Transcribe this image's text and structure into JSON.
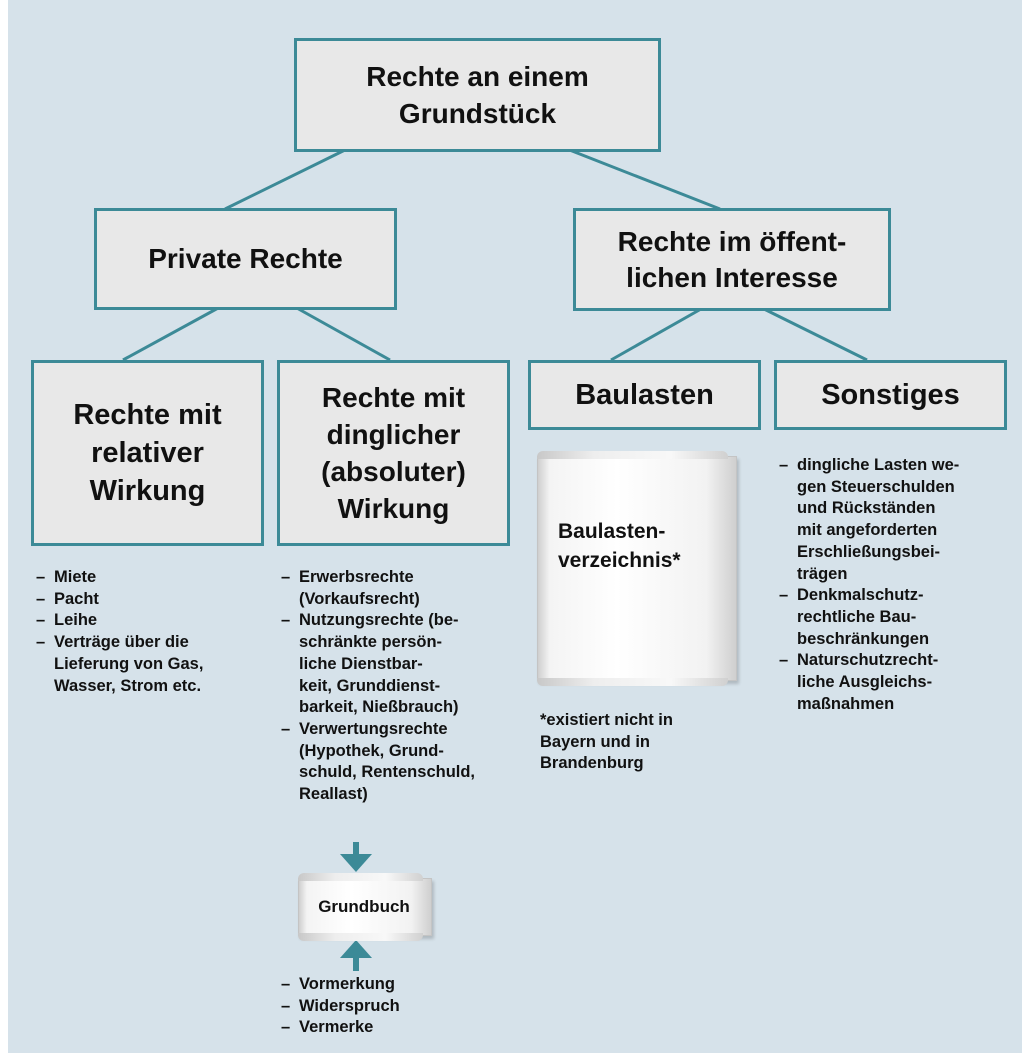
{
  "diagram": {
    "title": "Rechte an einem\nGrundstück",
    "branches": {
      "private": {
        "label": "Private Rechte",
        "relative": {
          "label": "Rechte mit\nrelativer\nWirkung",
          "items": [
            "Miete",
            "Pacht",
            "Leihe",
            "Verträge über die\nLieferung von Gas,\nWasser, Strom etc."
          ]
        },
        "dinglich": {
          "label": "Rechte mit\ndinglicher\n(absoluter)\nWirkung",
          "items": [
            "Erwerbsrechte\n(Vorkaufsrecht)",
            "Nutzungsrechte (be-\nschränkte persön-\nliche Dienstbar-\nkeit, Grunddienst-\nbarkeit, Nießbrauch)",
            "Verwertungsrechte\n(Hypothek, Grund-\nschuld, Rentenschuld,\nReallast)"
          ],
          "register_label": "Grundbuch",
          "register_items": [
            "Vormerkung",
            "Widerspruch",
            "Vermerke"
          ]
        }
      },
      "public": {
        "label": "Rechte im öffent-\nlichen Interesse",
        "baulasten": {
          "label": "Baulasten",
          "register_label": "Baulasten-\nverzeichnis*",
          "footnote": "*existiert nicht in\nBayern und in\nBrandenburg"
        },
        "sonstiges": {
          "label": "Sonstiges",
          "items": [
            "dingliche Lasten we-\ngen Steuerschulden\nund Rückständen\nmit angeforderten\nErschließungsbei-\nträgen",
            "Denkmalschutz-\nrechtliche Bau-\nbeschränkungen",
            "Naturschutzrecht-\nliche Ausgleichs-\nmaßnahmen"
          ]
        }
      }
    },
    "colors": {
      "background": "#d6e2ea",
      "box_fill": "#e8e8e8",
      "box_border": "#3c8a97",
      "connector": "#3c8a97",
      "arrow": "#3c8a97"
    }
  }
}
